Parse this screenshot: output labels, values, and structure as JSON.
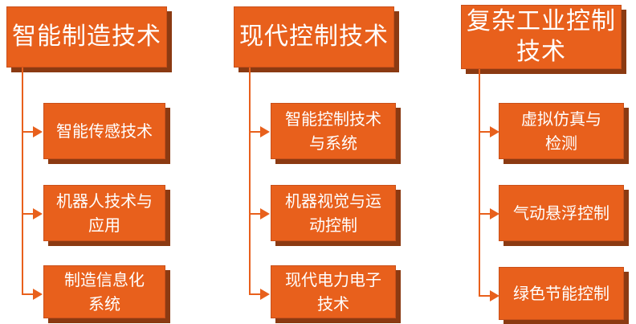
{
  "colors": {
    "box_fill": "#e8601c",
    "box_shadow": "#8b3a12",
    "connector": "#e8601c",
    "text": "#ffffff"
  },
  "columns": [
    {
      "title": "智能制造技术",
      "items": [
        "智能传感技术",
        "机器人技术与\n应用",
        "制造信息化\n系统"
      ]
    },
    {
      "title": "现代控制技术",
      "items": [
        "智能控制技术\n与系统",
        "机器视觉与运\n动控制",
        "现代电力电子\n技术"
      ]
    },
    {
      "title": "复杂工业控制\n技术",
      "items": [
        "虚拟仿真与\n检测",
        "气动悬浮控制",
        "绿色节能控制"
      ]
    }
  ]
}
